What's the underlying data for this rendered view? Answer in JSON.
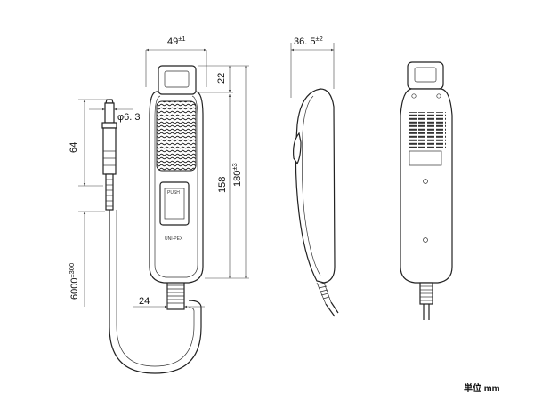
{
  "dimensions": {
    "width": {
      "value": "49",
      "tol": "±1"
    },
    "depth": {
      "value": "36. 5",
      "tol": "±2"
    },
    "top_tab": {
      "value": "22"
    },
    "plug_dia": {
      "value": "φ6. 3"
    },
    "plug_len": {
      "value": "64"
    },
    "body_len": {
      "value": "158"
    },
    "total_len": {
      "value": "180",
      "tol": "±3"
    },
    "cord_len": {
      "value": "6000",
      "tol": "±300"
    },
    "strain_relief": {
      "value": "24"
    }
  },
  "labels": {
    "switch_text": "PUSH",
    "brand_text": "UNI-PEX",
    "unit": "単位 mm"
  }
}
